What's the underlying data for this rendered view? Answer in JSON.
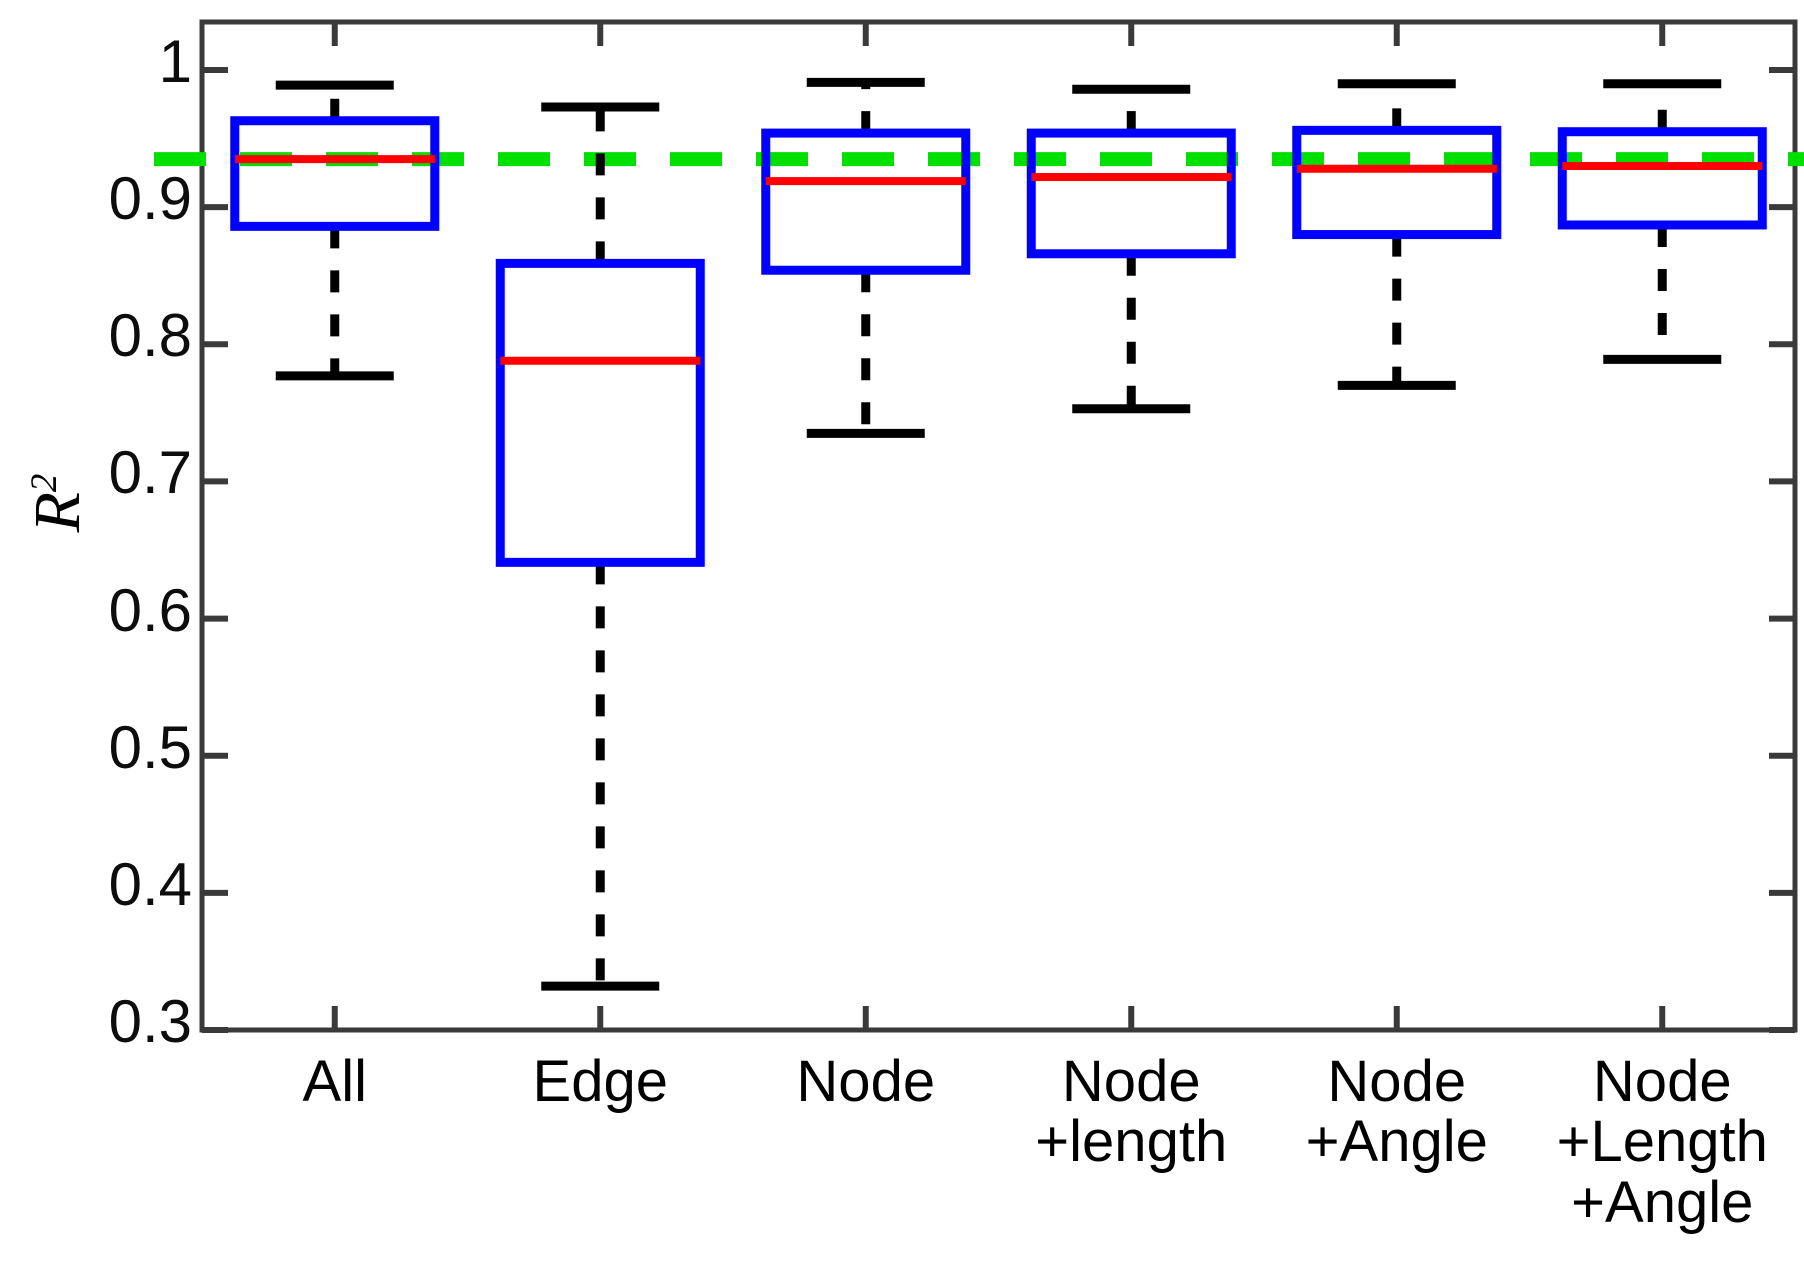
{
  "chart_data": {
    "type": "box",
    "title": "",
    "xlabel": "",
    "ylabel": "R²",
    "ylabel_base": "R",
    "ylabel_sup": "2",
    "ylim": [
      0.3,
      1.035
    ],
    "ytick_values": [
      1,
      0.9,
      0.8,
      0.7,
      0.6,
      0.5,
      0.4,
      0.3
    ],
    "ytick_labels": [
      "1",
      "0.9",
      "0.8",
      "0.7",
      "0.6",
      "0.5",
      "0.4",
      "0.3"
    ],
    "grid": false,
    "legend": "none",
    "categories": [
      "All",
      "Edge",
      "Node",
      "Node\n+length",
      "Node\n+Angle",
      "Node\n+Length\n+Angle"
    ],
    "reference_line": {
      "value": 0.935,
      "style": "dashed",
      "color": "#00e000",
      "label": ""
    },
    "boxes": [
      {
        "category": "All",
        "whisker_low": 0.777,
        "q1": 0.886,
        "median": 0.935,
        "q3": 0.963,
        "whisker_high": 0.989
      },
      {
        "category": "Edge",
        "whisker_low": 0.332,
        "q1": 0.641,
        "median": 0.788,
        "q3": 0.859,
        "whisker_high": 0.973
      },
      {
        "category": "Node",
        "whisker_low": 0.735,
        "q1": 0.854,
        "median": 0.919,
        "q3": 0.954,
        "whisker_high": 0.991
      },
      {
        "category": "Node+length",
        "whisker_low": 0.753,
        "q1": 0.866,
        "median": 0.922,
        "q3": 0.954,
        "whisker_high": 0.986
      },
      {
        "category": "Node+Angle",
        "whisker_low": 0.77,
        "q1": 0.88,
        "median": 0.928,
        "q3": 0.956,
        "whisker_high": 0.99
      },
      {
        "category": "Node+Length+Angle",
        "whisker_low": 0.789,
        "q1": 0.887,
        "median": 0.93,
        "q3": 0.955,
        "whisker_high": 0.99
      }
    ],
    "colors": {
      "box_edge": "#0000ff",
      "median": "#ff0000",
      "whisker": "#000000",
      "reference": "#00e000",
      "axis": "#3a3a3a",
      "background": "#ffffff"
    }
  }
}
